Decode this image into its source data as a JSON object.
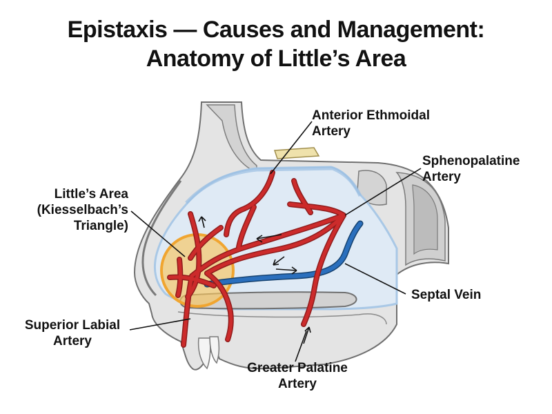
{
  "title": {
    "line1": "Epistaxis — Causes and Management:",
    "line2": "Anatomy of Little’s Area"
  },
  "labels": {
    "anterior_ethmoidal": [
      "Anterior Ethmoidal",
      "Artery"
    ],
    "sphenopalatine": [
      "Sphenopalatine",
      "Artery"
    ],
    "littles_area": [
      "Little’s Area",
      "(Kiesselbach’s",
      "Triangle)"
    ],
    "septal_vein": [
      "Septal Vein"
    ],
    "superior_labial": [
      "Superior Labial",
      "Artery"
    ],
    "greater_palatine": [
      "Greater Palatine",
      "Artery"
    ]
  },
  "colors": {
    "artery": "#cc2b2b",
    "artery_outline": "#8f1c1c",
    "vein": "#1f5fa8",
    "little_area_fill": "#f7c55e",
    "little_area_stroke": "#f0a530",
    "mucosa": "#dfeaf5",
    "mucosa_edge": "#a9c8e6",
    "bone": "#d9d9d9",
    "bone_edge": "#7a7a7a",
    "cartilage": "#efe2ac"
  }
}
